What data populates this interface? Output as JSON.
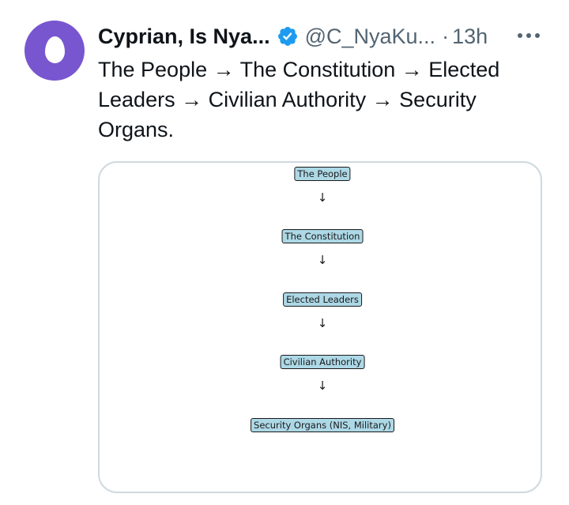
{
  "tweet": {
    "display_name": "Cyprian, Is Nya...",
    "handle": "@C_NyaKu...",
    "separator": "·",
    "time": "13h",
    "text": "The People → The Constitution → Elected Leaders → Civilian Authority → Security Organs.",
    "icons": {
      "avatar": "default-egg-avatar",
      "verified": "verified-badge-icon",
      "more": "more-options-icon"
    },
    "colors": {
      "avatar_bg": "#7856cf",
      "verified": "#1d9bf0",
      "secondary_text": "#536471",
      "node_fill": "#add8e6"
    }
  },
  "image": {
    "nodes": [
      "The People",
      "The Constitution",
      "Elected Leaders",
      "Civilian Authority",
      "Security Organs (NIS, Military)"
    ],
    "arrow": "↓"
  }
}
